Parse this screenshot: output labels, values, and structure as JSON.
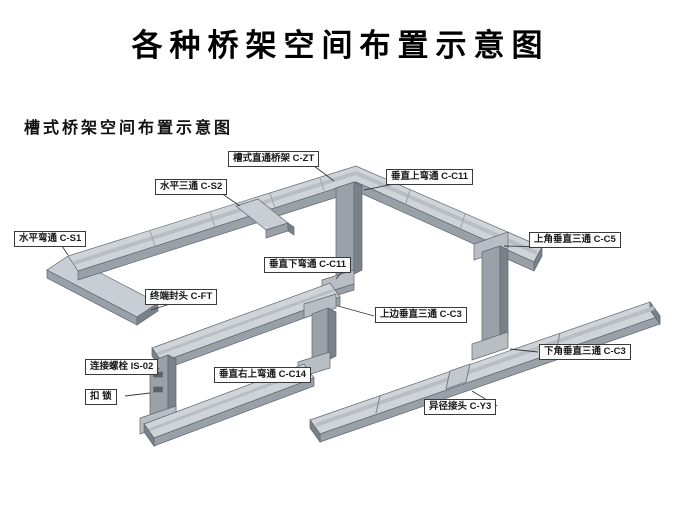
{
  "title": "各种桥架空间布置示意图",
  "subtitle": "槽式桥架空间布置示意图",
  "labels": [
    {
      "id": "straight-tray",
      "text": "槽式直通桥架 C-ZT"
    },
    {
      "id": "horizontal-tee",
      "text": "水平三通 C-S2"
    },
    {
      "id": "vertical-up-bend",
      "text": "垂直上弯通 C-C11"
    },
    {
      "id": "horizontal-bend",
      "text": "水平弯通 C-S1"
    },
    {
      "id": "top-corner-vertical-tee",
      "text": "上角垂直三通 C-C5"
    },
    {
      "id": "vertical-down-bend",
      "text": "垂直下弯通 C-C11"
    },
    {
      "id": "end-cap",
      "text": "终端封头 C-FT"
    },
    {
      "id": "top-edge-vertical-tee",
      "text": "上边垂直三通 C-C3"
    },
    {
      "id": "connect-bolt",
      "text": "连接螺栓 IS-02"
    },
    {
      "id": "vertical-right-up-bend",
      "text": "垂直右上弯通 C-C14"
    },
    {
      "id": "bottom-corner-vertical-tee",
      "text": "下角垂直三通 C-C3"
    },
    {
      "id": "buckle-lock",
      "text": "扣 锁"
    },
    {
      "id": "reducer-joint",
      "text": "异径接头 C-Y3"
    }
  ],
  "colors": {
    "background": "#ffffff",
    "tray_top": "#cfd4d9",
    "tray_side": "#99a0a7",
    "tray_end": "#7a8189",
    "elbow": "#b9bec4",
    "leader_line": "#3a3a3a",
    "text": "#111111"
  }
}
